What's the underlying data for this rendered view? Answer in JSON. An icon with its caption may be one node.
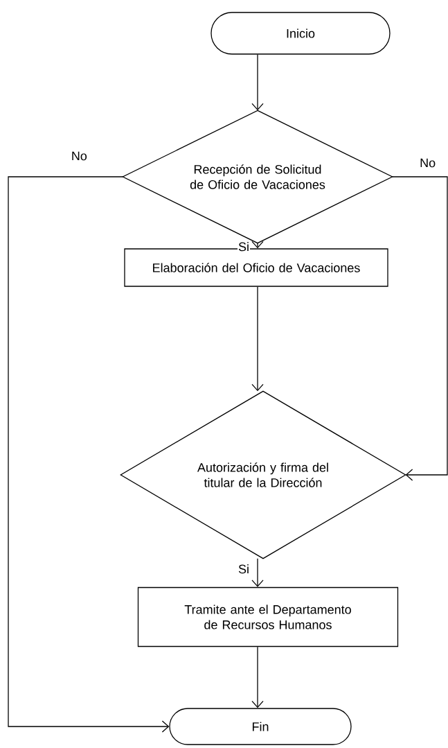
{
  "diagram": {
    "nodes": [
      {
        "text": [
          "Inicio"
        ]
      },
      {
        "text": [
          "Recepción de Solicitud de Oficio de Vacaciones"
        ]
      },
      {
        "text": [
          "Elaboración del Oficio de Vacaciones"
        ]
      },
      {
        "text": [
          "Autorización y firma del titular de la Dirección"
        ]
      },
      {
        "text": [
          "Tramite ante el Departamento de Recursos Humanos"
        ]
      },
      {
        "text": [
          "Fin"
        ]
      }
    ],
    "edges": [
      {
        "from": 0,
        "to": 1,
        "arrow": "to"
      },
      {
        "from": 1,
        "to": 5,
        "arrow": "to",
        "label": "No"
      },
      {
        "from": 1,
        "to": 2,
        "arrow": "to",
        "label": "Si"
      },
      {
        "from": 2,
        "to": 3,
        "arrow": "to"
      },
      {
        "from": 1,
        "to": 3,
        "arrow": "to",
        "label": "No"
      },
      {
        "from": 3,
        "to": 4,
        "arrow": "to",
        "label": "Si"
      },
      {
        "from": 4,
        "to": 5,
        "arrow": "to"
      }
    ]
  }
}
